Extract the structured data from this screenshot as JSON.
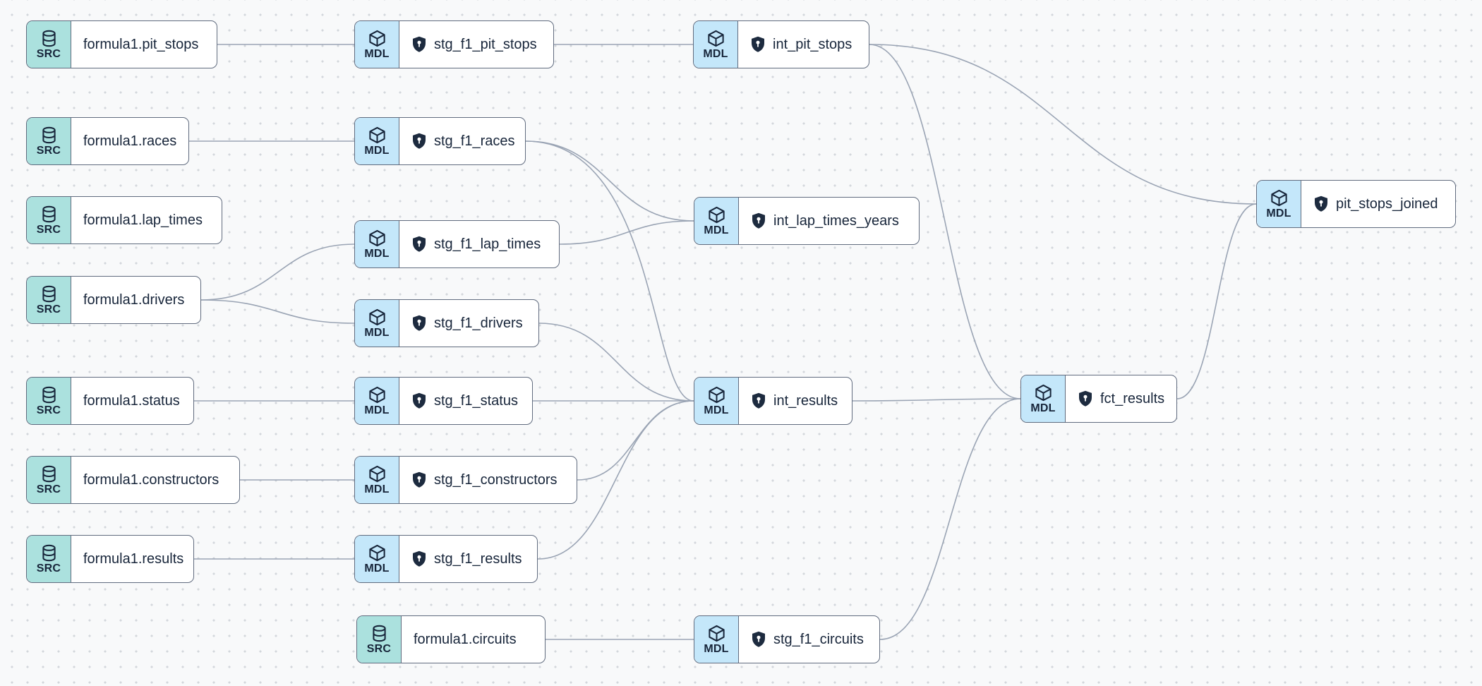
{
  "view": {
    "kind": "dbt-lineage-graph",
    "source_badge_label": "SRC",
    "model_badge_label": "MDL"
  },
  "colors": {
    "canvas_background": "#f8f9fa",
    "dot_grid": "#d3d7dc",
    "source_badge": "#abe1de",
    "model_badge": "#c4e7fa",
    "node_border": "#606b7e",
    "edge": "#9aa4b4",
    "text": "#17253a"
  },
  "nodes": [
    {
      "id": "src_pit_stops",
      "type": "source",
      "badge": "SRC",
      "label": "formula1.pit_stops"
    },
    {
      "id": "src_races",
      "type": "source",
      "badge": "SRC",
      "label": "formula1.races"
    },
    {
      "id": "src_lap_times",
      "type": "source",
      "badge": "SRC",
      "label": "formula1.lap_times"
    },
    {
      "id": "src_drivers",
      "type": "source",
      "badge": "SRC",
      "label": "formula1.drivers"
    },
    {
      "id": "src_status",
      "type": "source",
      "badge": "SRC",
      "label": "formula1.status"
    },
    {
      "id": "src_constructors",
      "type": "source",
      "badge": "SRC",
      "label": "formula1.constructors"
    },
    {
      "id": "src_results",
      "type": "source",
      "badge": "SRC",
      "label": "formula1.results"
    },
    {
      "id": "src_circuits",
      "type": "source",
      "badge": "SRC",
      "label": "formula1.circuits"
    },
    {
      "id": "stg_f1_pit_stops",
      "type": "model",
      "badge": "MDL",
      "label": "stg_f1_pit_stops"
    },
    {
      "id": "stg_f1_races",
      "type": "model",
      "badge": "MDL",
      "label": "stg_f1_races"
    },
    {
      "id": "stg_f1_lap_times",
      "type": "model",
      "badge": "MDL",
      "label": "stg_f1_lap_times"
    },
    {
      "id": "stg_f1_drivers",
      "type": "model",
      "badge": "MDL",
      "label": "stg_f1_drivers"
    },
    {
      "id": "stg_f1_status",
      "type": "model",
      "badge": "MDL",
      "label": "stg_f1_status"
    },
    {
      "id": "stg_f1_constructors",
      "type": "model",
      "badge": "MDL",
      "label": "stg_f1_constructors"
    },
    {
      "id": "stg_f1_results",
      "type": "model",
      "badge": "MDL",
      "label": "stg_f1_results"
    },
    {
      "id": "stg_f1_circuits",
      "type": "model",
      "badge": "MDL",
      "label": "stg_f1_circuits"
    },
    {
      "id": "int_pit_stops",
      "type": "model",
      "badge": "MDL",
      "label": "int_pit_stops"
    },
    {
      "id": "int_lap_times_years",
      "type": "model",
      "badge": "MDL",
      "label": "int_lap_times_years"
    },
    {
      "id": "int_results",
      "type": "model",
      "badge": "MDL",
      "label": "int_results"
    },
    {
      "id": "fct_results",
      "type": "model",
      "badge": "MDL",
      "label": "fct_results"
    },
    {
      "id": "pit_stops_joined",
      "type": "model",
      "badge": "MDL",
      "label": "pit_stops_joined"
    }
  ],
  "edges": [
    {
      "from": "src_pit_stops",
      "to": "stg_f1_pit_stops"
    },
    {
      "from": "src_races",
      "to": "stg_f1_races"
    },
    {
      "from": "src_drivers",
      "to": "stg_f1_lap_times"
    },
    {
      "from": "src_drivers",
      "to": "stg_f1_drivers"
    },
    {
      "from": "src_status",
      "to": "stg_f1_status"
    },
    {
      "from": "src_constructors",
      "to": "stg_f1_constructors"
    },
    {
      "from": "src_results",
      "to": "stg_f1_results"
    },
    {
      "from": "src_circuits",
      "to": "stg_f1_circuits"
    },
    {
      "from": "stg_f1_pit_stops",
      "to": "int_pit_stops"
    },
    {
      "from": "stg_f1_races",
      "to": "int_lap_times_years"
    },
    {
      "from": "stg_f1_races",
      "to": "int_results"
    },
    {
      "from": "stg_f1_lap_times",
      "to": "int_lap_times_years"
    },
    {
      "from": "stg_f1_drivers",
      "to": "int_results"
    },
    {
      "from": "stg_f1_status",
      "to": "int_results"
    },
    {
      "from": "stg_f1_constructors",
      "to": "int_results"
    },
    {
      "from": "stg_f1_results",
      "to": "int_results"
    },
    {
      "from": "stg_f1_circuits",
      "to": "fct_results"
    },
    {
      "from": "int_pit_stops",
      "to": "pit_stops_joined"
    },
    {
      "from": "int_pit_stops",
      "to": "fct_results"
    },
    {
      "from": "int_results",
      "to": "fct_results"
    },
    {
      "from": "fct_results",
      "to": "pit_stops_joined"
    }
  ]
}
